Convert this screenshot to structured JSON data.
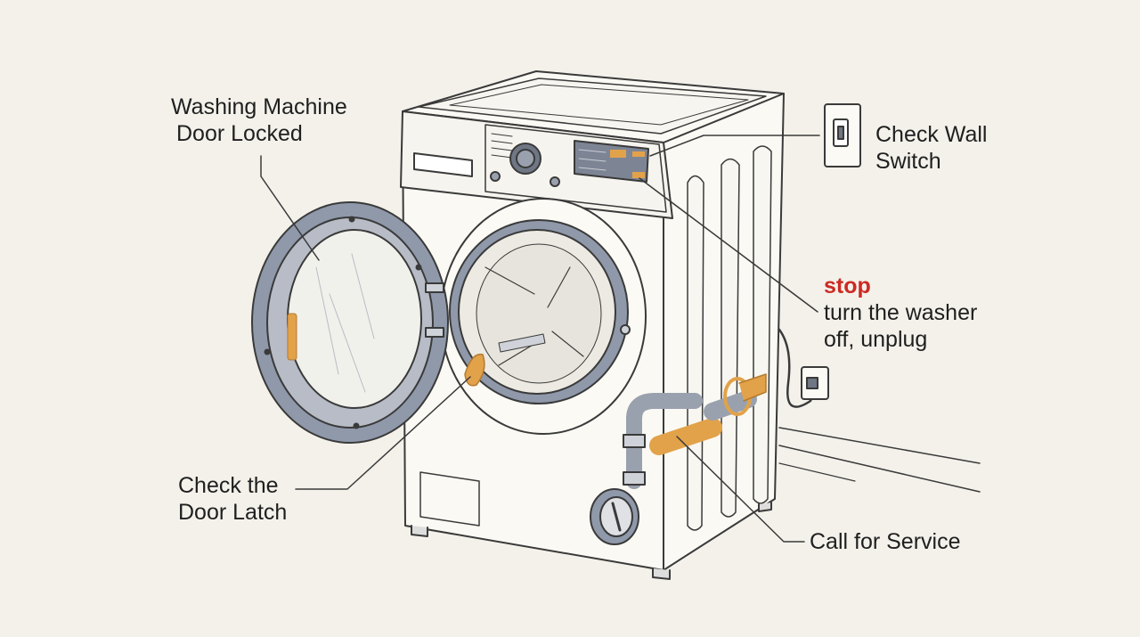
{
  "labels": {
    "door_locked": {
      "line1": "Washing Machine",
      "line2": "Door Locked"
    },
    "wall_switch": {
      "line1": "Check Wall",
      "line2": "Switch"
    },
    "stop": {
      "alert": "stop",
      "line1": "turn the washer",
      "line2": "off, unplug"
    },
    "door_latch": {
      "line1": "Check the",
      "line2": "Door Latch"
    },
    "service": {
      "text": "Call for Service"
    }
  },
  "colors": {
    "background": "#f3f1ea",
    "line": "#3a3a3a",
    "gasket": "#8f99aa",
    "highlight": "#e2a24a",
    "alert": "#cc2a24"
  }
}
